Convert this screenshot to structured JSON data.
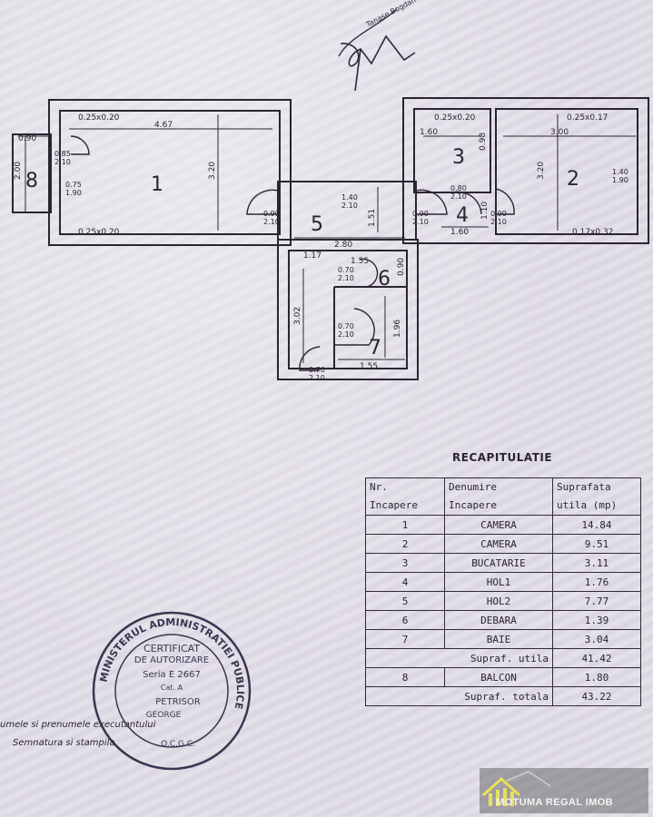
{
  "plan": {
    "rooms": [
      {
        "number": "1"
      },
      {
        "number": "2"
      },
      {
        "number": "3"
      },
      {
        "number": "4"
      },
      {
        "number": "5"
      },
      {
        "number": "6"
      },
      {
        "number": "7"
      },
      {
        "number": "8"
      }
    ],
    "dimensions": {
      "r1_window_top": "0.25x0.20",
      "r1_width": "4.67",
      "r1_height": "3.20",
      "r1_door": "0.85\n2.10",
      "r1_window_left": "0.75\n1.90",
      "r1_window_bottom": "0.25x0.20",
      "r8_width": "0.90",
      "r8_height": "2.00",
      "r5_door_left": "0.90\n2.10",
      "r5_window": "1.40\n2.10",
      "r5_height": "1.51",
      "r5_width": "2.80",
      "r5_door_right": "0.90\n2.10",
      "r3_window_top": "0.25x0.20",
      "r3_width": "1.60",
      "r3_height": "0.98",
      "r3_door": "0.80\n2.10",
      "r4_height": "1.10",
      "r4_door": "0.90\n2.10",
      "r4_width": "1.60",
      "r2_window_top": "0.25x0.17",
      "r2_width": "3.00",
      "r2_height": "3.20",
      "r2_window": "1.40\n1.90",
      "r2_window_bottom": "0.17x0.32",
      "r6_left": "1.17",
      "r6_width": "1.55",
      "r6_height": "0.90",
      "r6_door": "0.70\n2.10",
      "r7_left_height": "3.02",
      "r7_door": "0.70\n2.10",
      "r7_height": "1.96",
      "r7_width": "1.55",
      "entry_door": "0.70\n2.10"
    }
  },
  "recap": {
    "title": "RECAPITULATIE",
    "headers": {
      "nr": "Nr. Incapere",
      "name": "Denumire Incapere",
      "area": "Suprafata utila (mp)"
    },
    "rows": [
      {
        "nr": "1",
        "name": "CAMERA",
        "area": "14.84"
      },
      {
        "nr": "2",
        "name": "CAMERA",
        "area": "9.51"
      },
      {
        "nr": "3",
        "name": "BUCATARIE",
        "area": "3.11"
      },
      {
        "nr": "4",
        "name": "HOL1",
        "area": "1.76"
      },
      {
        "nr": "5",
        "name": "HOL2",
        "area": "7.77"
      },
      {
        "nr": "6",
        "name": "DEBARA",
        "area": "1.39"
      },
      {
        "nr": "7",
        "name": "BAIE",
        "area": "3.04"
      }
    ],
    "useful_label": "Supraf. utila",
    "useful_value": "41.42",
    "balcony": {
      "nr": "8",
      "name": "BALCON",
      "area": "1.80"
    },
    "total_label": "Supraf. totala",
    "total_value": "43.22"
  },
  "footer": {
    "line1": "umele si prenumele executantului",
    "line2": "Semnatura si stampila"
  },
  "stamp": {
    "ring_text": "MINISTERUL ADMINISTRATIEI PUBLICE",
    "line1": "CERTIFICAT",
    "line2": "DE AUTORIZARE",
    "line3": "Seria E 2667",
    "line4": "Cat. A",
    "line5": "PETRISOR",
    "line6": "GEORGE",
    "line7": "O.C.G.C."
  },
  "signature_text": "Tanase Bogdan",
  "logo": {
    "text": "MOTUMA REGAL IMOB",
    "accent": "#e8e25a"
  }
}
